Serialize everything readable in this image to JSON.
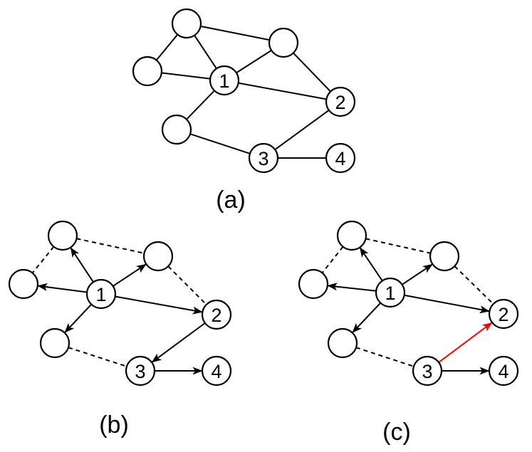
{
  "panels": [
    {
      "label": "(a)",
      "nodes": [
        {
          "id": "a1",
          "label": "1"
        },
        {
          "id": "a2",
          "label": "2"
        },
        {
          "id": "a3",
          "label": "3"
        },
        {
          "id": "a4",
          "label": "4"
        },
        {
          "id": "aT",
          "label": ""
        },
        {
          "id": "aL",
          "label": ""
        },
        {
          "id": "aR",
          "label": ""
        },
        {
          "id": "aB",
          "label": ""
        }
      ],
      "edges": [
        {
          "from": "aT",
          "to": "aL",
          "style": "solid",
          "directed": false
        },
        {
          "from": "aT",
          "to": "a1",
          "style": "solid",
          "directed": false
        },
        {
          "from": "aT",
          "to": "aR",
          "style": "solid",
          "directed": false
        },
        {
          "from": "aL",
          "to": "a1",
          "style": "solid",
          "directed": false
        },
        {
          "from": "a1",
          "to": "aR",
          "style": "solid",
          "directed": false
        },
        {
          "from": "a1",
          "to": "a2",
          "style": "solid",
          "directed": false
        },
        {
          "from": "aR",
          "to": "a2",
          "style": "solid",
          "directed": false
        },
        {
          "from": "a1",
          "to": "aB",
          "style": "solid",
          "directed": false
        },
        {
          "from": "aB",
          "to": "a3",
          "style": "solid",
          "directed": false
        },
        {
          "from": "a2",
          "to": "a3",
          "style": "solid",
          "directed": false
        },
        {
          "from": "a3",
          "to": "a4",
          "style": "solid",
          "directed": false
        }
      ]
    },
    {
      "label": "(b)",
      "nodes": [
        {
          "id": "b1",
          "label": "1"
        },
        {
          "id": "b2",
          "label": "2"
        },
        {
          "id": "b3",
          "label": "3"
        },
        {
          "id": "b4",
          "label": "4"
        },
        {
          "id": "bT",
          "label": ""
        },
        {
          "id": "bL",
          "label": ""
        },
        {
          "id": "bR",
          "label": ""
        },
        {
          "id": "bB",
          "label": ""
        }
      ],
      "edges": [
        {
          "from": "bT",
          "to": "bL",
          "style": "dashed",
          "directed": false
        },
        {
          "from": "bT",
          "to": "bR",
          "style": "dashed",
          "directed": false
        },
        {
          "from": "bR",
          "to": "b2",
          "style": "dashed",
          "directed": false
        },
        {
          "from": "bB",
          "to": "b3",
          "style": "dashed",
          "directed": false
        },
        {
          "from": "b1",
          "to": "bT",
          "style": "solid",
          "directed": true
        },
        {
          "from": "b1",
          "to": "bL",
          "style": "solid",
          "directed": true
        },
        {
          "from": "b1",
          "to": "bR",
          "style": "solid",
          "directed": true
        },
        {
          "from": "b1",
          "to": "b2",
          "style": "solid",
          "directed": true
        },
        {
          "from": "b1",
          "to": "bB",
          "style": "solid",
          "directed": true
        },
        {
          "from": "b2",
          "to": "b3",
          "style": "solid",
          "directed": true
        },
        {
          "from": "b3",
          "to": "b4",
          "style": "solid",
          "directed": true
        }
      ]
    },
    {
      "label": "(c)",
      "nodes": [
        {
          "id": "c1",
          "label": "1"
        },
        {
          "id": "c2",
          "label": "2"
        },
        {
          "id": "c3",
          "label": "3"
        },
        {
          "id": "c4",
          "label": "4"
        },
        {
          "id": "cT",
          "label": ""
        },
        {
          "id": "cL",
          "label": ""
        },
        {
          "id": "cR",
          "label": ""
        },
        {
          "id": "cB",
          "label": ""
        }
      ],
      "edges": [
        {
          "from": "cT",
          "to": "cL",
          "style": "dashed",
          "directed": false
        },
        {
          "from": "cT",
          "to": "cR",
          "style": "dashed",
          "directed": false
        },
        {
          "from": "cR",
          "to": "c2",
          "style": "dashed",
          "directed": false
        },
        {
          "from": "cB",
          "to": "c3",
          "style": "dashed",
          "directed": false
        },
        {
          "from": "c1",
          "to": "cT",
          "style": "solid",
          "directed": true
        },
        {
          "from": "c1",
          "to": "cL",
          "style": "solid",
          "directed": true
        },
        {
          "from": "c1",
          "to": "cR",
          "style": "solid",
          "directed": true
        },
        {
          "from": "c1",
          "to": "c2",
          "style": "solid",
          "directed": true
        },
        {
          "from": "c1",
          "to": "cB",
          "style": "solid",
          "directed": true
        },
        {
          "from": "c3",
          "to": "c2",
          "style": "solid",
          "directed": true,
          "color": "#ff0000"
        },
        {
          "from": "c3",
          "to": "c4",
          "style": "solid",
          "directed": true
        }
      ]
    }
  ],
  "colors": {
    "default_edge": "#000000",
    "highlight_edge": "#ff0000"
  }
}
